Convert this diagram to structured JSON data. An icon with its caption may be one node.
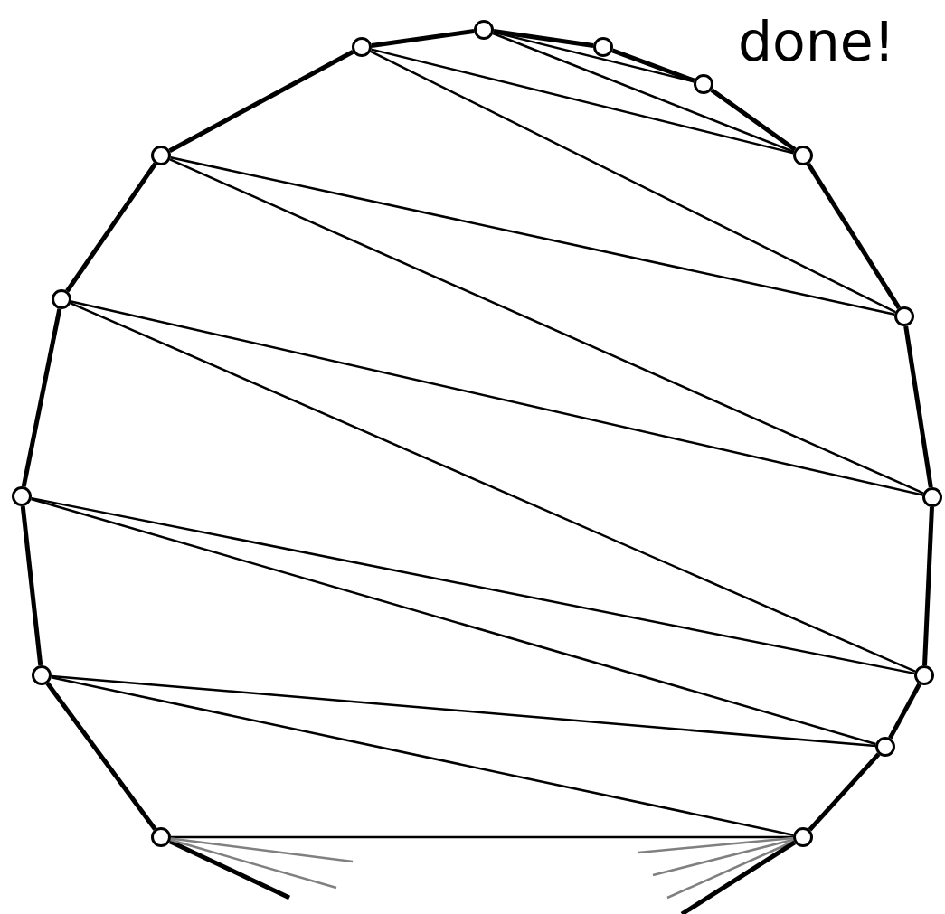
{
  "diagram": {
    "nodes": [
      {
        "text": [],
        "shape": "circle"
      },
      {
        "text": [],
        "shape": "circle"
      },
      {
        "text": [],
        "shape": "circle"
      },
      {
        "text": [],
        "shape": "circle"
      },
      {
        "text": [],
        "shape": "circle"
      },
      {
        "text": [],
        "shape": "circle"
      },
      {
        "text": [],
        "shape": "circle"
      },
      {
        "text": [],
        "shape": "circle"
      },
      {
        "text": [],
        "shape": "circle"
      },
      {
        "text": [],
        "shape": "circle"
      },
      {
        "text": [],
        "shape": "circle"
      },
      {
        "text": [],
        "shape": "circle"
      },
      {
        "text": [],
        "shape": "circle"
      },
      {
        "text": [],
        "shape": "circle"
      },
      {
        "text": [],
        "shape": "circle"
      }
    ],
    "edges": [
      {
        "from": 0,
        "to": 1,
        "arrow": "none",
        "style": "thick"
      },
      {
        "from": 1,
        "to": 2,
        "arrow": "none",
        "style": "thick"
      },
      {
        "from": 2,
        "to": 3,
        "arrow": "none",
        "style": "thick"
      },
      {
        "from": 3,
        "to": 4,
        "arrow": "none",
        "style": "thick"
      },
      {
        "from": 4,
        "to": 5,
        "arrow": "none",
        "style": "thick"
      },
      {
        "from": 5,
        "to": 6,
        "arrow": "none",
        "style": "thick"
      },
      {
        "from": 6,
        "to": 7,
        "arrow": "none",
        "style": "thick"
      },
      {
        "from": 7,
        "to": 8,
        "arrow": "none",
        "style": "thick"
      },
      {
        "from": 8,
        "to": 9,
        "arrow": "none",
        "style": "thick"
      },
      {
        "from": 10,
        "to": 11,
        "arrow": "none",
        "style": "thick"
      },
      {
        "from": 11,
        "to": 12,
        "arrow": "none",
        "style": "thick"
      },
      {
        "from": 12,
        "to": 13,
        "arrow": "none",
        "style": "thick"
      },
      {
        "from": 13,
        "to": 14,
        "arrow": "none",
        "style": "thick"
      },
      {
        "from": 14,
        "to": 0,
        "arrow": "none",
        "style": "thick"
      },
      {
        "from": 9,
        "to": 10,
        "arrow": "none"
      },
      {
        "from": 0,
        "to": 4,
        "arrow": "none"
      },
      {
        "from": 0,
        "to": 5,
        "arrow": "none"
      },
      {
        "from": 1,
        "to": 3,
        "arrow": "none"
      },
      {
        "from": 1,
        "to": 4,
        "arrow": "none"
      },
      {
        "from": 14,
        "to": 5,
        "arrow": "none"
      },
      {
        "from": 14,
        "to": 6,
        "arrow": "none"
      },
      {
        "from": 13,
        "to": 6,
        "arrow": "none"
      },
      {
        "from": 13,
        "to": 7,
        "arrow": "none"
      },
      {
        "from": 12,
        "to": 7,
        "arrow": "none"
      },
      {
        "from": 12,
        "to": 8,
        "arrow": "none"
      },
      {
        "from": 11,
        "to": 8,
        "arrow": "none"
      },
      {
        "from": 11,
        "to": 9,
        "arrow": "none"
      },
      {
        "from": 10,
        "to": null,
        "arrow": "none",
        "style": "thick"
      },
      {
        "from": 10,
        "to": null,
        "arrow": "none",
        "color": "#808080"
      },
      {
        "from": 10,
        "to": null,
        "arrow": "none",
        "color": "#808080"
      },
      {
        "from": 9,
        "to": null,
        "arrow": "none",
        "color": "#808080"
      },
      {
        "from": 9,
        "to": null,
        "arrow": "none",
        "color": "#808080"
      },
      {
        "from": 9,
        "to": null,
        "arrow": "none",
        "color": "#808080"
      },
      {
        "from": 9,
        "to": null,
        "arrow": "none",
        "style": "thick"
      }
    ],
    "labels": [
      "done!"
    ]
  }
}
